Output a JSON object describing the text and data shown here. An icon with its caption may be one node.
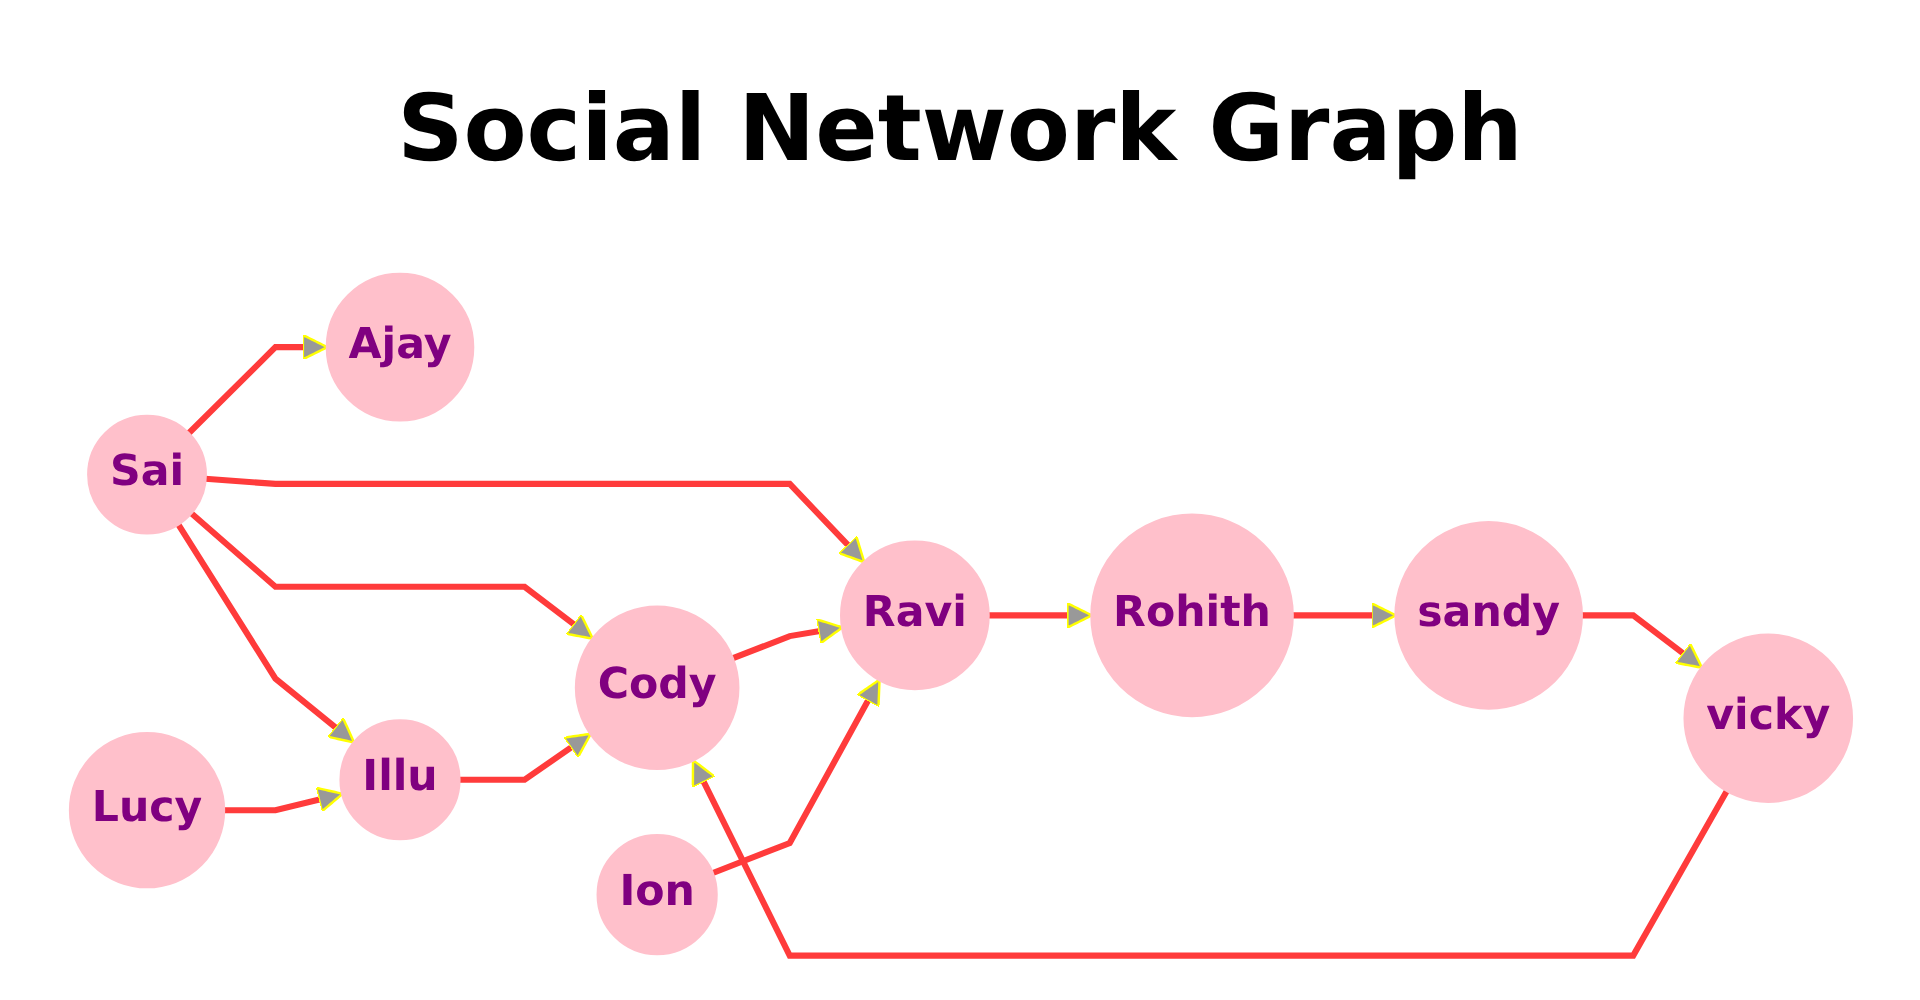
{
  "diagram": {
    "title": "Social Network Graph",
    "nodes": [
      {
        "text": [
          "Sai"
        ]
      },
      {
        "text": [
          "Ajay"
        ]
      },
      {
        "text": [
          "Illu"
        ]
      },
      {
        "text": [
          "Cody"
        ]
      },
      {
        "text": [
          "Lucy"
        ]
      },
      {
        "text": [
          "Ravi"
        ]
      },
      {
        "text": [
          "vicky"
        ]
      },
      {
        "text": [
          "Ion"
        ]
      },
      {
        "text": [
          "Rohith"
        ]
      },
      {
        "text": [
          "sandy"
        ]
      }
    ],
    "edges": [
      {
        "from": 0,
        "to": 1,
        "arrow": "to"
      },
      {
        "from": 0,
        "to": 2,
        "arrow": "to"
      },
      {
        "from": 0,
        "to": 3,
        "arrow": "to"
      },
      {
        "from": 0,
        "to": 5,
        "arrow": "to"
      },
      {
        "from": 2,
        "to": 3,
        "arrow": "to"
      },
      {
        "from": 3,
        "to": 5,
        "arrow": "to"
      },
      {
        "from": 4,
        "to": 2,
        "arrow": "to"
      },
      {
        "from": 6,
        "to": 3,
        "arrow": "to"
      },
      {
        "from": 7,
        "to": 5,
        "arrow": "to"
      },
      {
        "from": 5,
        "to": 8,
        "arrow": "to"
      },
      {
        "from": 8,
        "to": 9,
        "arrow": "to"
      },
      {
        "from": 9,
        "to": 6,
        "arrow": "to"
      }
    ]
  }
}
